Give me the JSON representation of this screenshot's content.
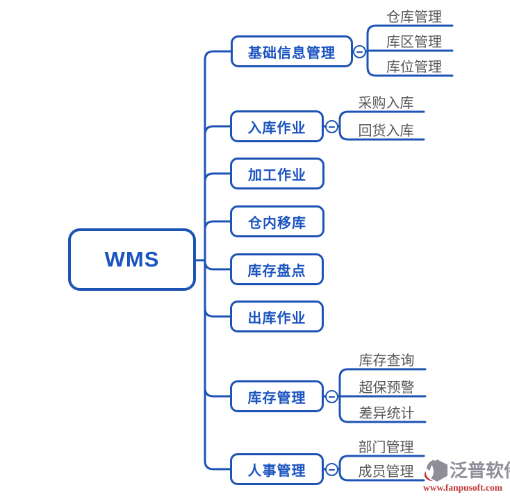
{
  "root": {
    "label": "WMS"
  },
  "branches": [
    {
      "label": "基础信息管理",
      "children": [
        {
          "label": "仓库管理"
        },
        {
          "label": "库区管理"
        },
        {
          "label": "库位管理"
        }
      ]
    },
    {
      "label": "入库作业",
      "children": [
        {
          "label": "采购入库"
        },
        {
          "label": "回货入库"
        }
      ]
    },
    {
      "label": "加工作业",
      "children": []
    },
    {
      "label": "仓内移库",
      "children": []
    },
    {
      "label": "库存盘点",
      "children": []
    },
    {
      "label": "出库作业",
      "children": []
    },
    {
      "label": "库存管理",
      "children": [
        {
          "label": "库存查询"
        },
        {
          "label": "超保预警"
        },
        {
          "label": "差异统计"
        }
      ]
    },
    {
      "label": "人事管理",
      "children": [
        {
          "label": "部门管理"
        },
        {
          "label": "成员管理"
        }
      ]
    }
  ],
  "watermark": {
    "brand": "泛普软件",
    "url": "www.fanpusoft.com"
  },
  "colors": {
    "line_blue": "#1d54b4",
    "node_text_blue": "#1a53c0",
    "child_text_gray": "#58585a",
    "brand_gray": "#8e8e99",
    "url_red": "#c23535"
  }
}
